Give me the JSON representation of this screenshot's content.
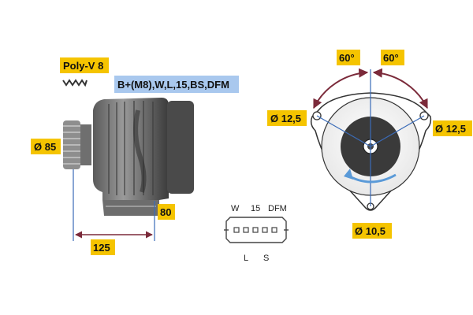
{
  "colors": {
    "label_bg": "#f5c400",
    "terminal_bg": "#a9c8ee",
    "dimension_line": "#7b2a3a",
    "axis_line": "#3a6bb8",
    "arrow_blue": "#5a9ad8",
    "body_dark": "#4b4b4b",
    "body_mid": "#8a8a8a",
    "pulley": "#9a9a9a"
  },
  "labels": {
    "belt_type": "Poly-V 8",
    "terminals": "B+(M8),W,L,15,BS,DFM",
    "pulley_diameter": "Ø 85",
    "length": "125",
    "mount_offset": "80",
    "angle_left": "60°",
    "angle_right": "60°",
    "hole_left": "Ø 12,5",
    "hole_right": "Ø 12,5",
    "hole_bottom": "Ø 10,5"
  },
  "connector": {
    "pin_w": "W",
    "pin_15": "15",
    "pin_dfm": "DFM",
    "pin_l": "L",
    "pin_s": "S"
  },
  "icons": {
    "belt_profile": "poly-v-belt-profile-icon",
    "rotation": "rotation-arrow-icon"
  }
}
